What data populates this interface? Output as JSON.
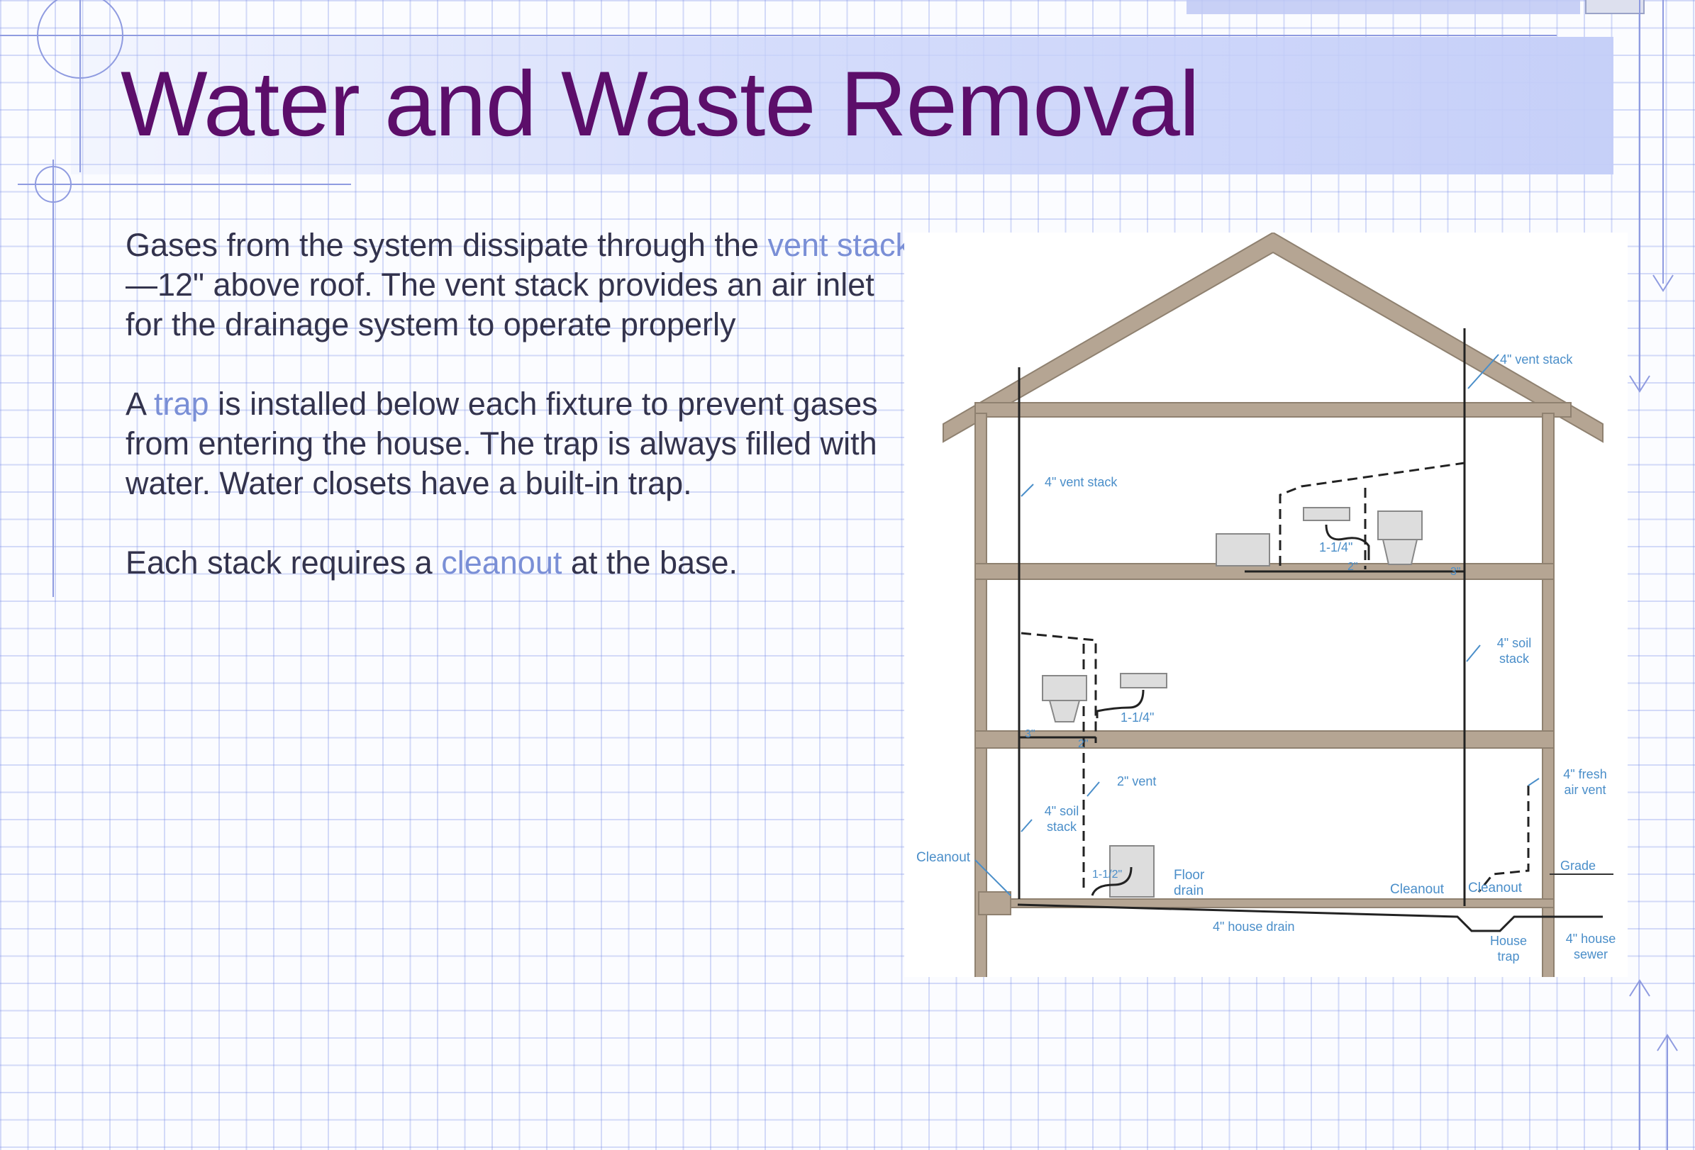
{
  "slide": {
    "title": "Water and Waste Removal",
    "paragraphs": [
      {
        "id": "vent",
        "parts": [
          {
            "text": "Gases from the system dissipate through the ",
            "highlight": false
          },
          {
            "text": "vent stack",
            "highlight": true
          },
          {
            "text": "—12\" above roof.  The vent stack provides an air inlet for the drainage system to operate properly",
            "highlight": false
          }
        ]
      },
      {
        "id": "trap",
        "parts": [
          {
            "text": "A ",
            "highlight": false
          },
          {
            "text": "trap",
            "highlight": true
          },
          {
            "text": " is installed below each fixture to prevent gases from entering the house.  The trap is always filled with water.  Water closets have a built-in trap.",
            "highlight": false
          }
        ]
      },
      {
        "id": "cleanout",
        "parts": [
          {
            "text": "Each stack requires a ",
            "highlight": false
          },
          {
            "text": "cleanout",
            "highlight": true
          },
          {
            "text": " at the base.",
            "highlight": false
          }
        ]
      }
    ]
  },
  "diagram": {
    "labels": {
      "vent_stack_roof": "4\" vent stack",
      "vent_stack_left": "4\" vent stack",
      "trap_upper": "1-1/4\"",
      "pipe_2in_upper": "2\"",
      "pipe_3in_upper": "3\"",
      "soil_stack_right_1": "4\" soil",
      "soil_stack_right_2": "stack",
      "trap_middle": "1-1/4\"",
      "pipe_3in_middle": "3\"",
      "pipe_2in_middle": "2\"",
      "vent_2in": "2\" vent",
      "soil_stack_left_1": "4\" soil",
      "soil_stack_left_2": "stack",
      "fresh_air_1": "4\" fresh",
      "fresh_air_2": "air vent",
      "grade": "Grade",
      "cleanout_left": "Cleanout",
      "trap_lower": "1-1/2\"",
      "floor_drain_1": "Floor",
      "floor_drain_2": "drain",
      "cleanout_mid": "Cleanout",
      "cleanout_right": "Cleanout",
      "house_drain": "4\" house drain",
      "house_trap_1": "House",
      "house_trap_2": "trap",
      "house_sewer_1": "4\" house",
      "house_sewer_2": "sewer"
    }
  },
  "colors": {
    "title": "#5c0e6a",
    "body_text": "#33334d",
    "highlight": "#7a8fd6",
    "wall": "#b5a593",
    "label": "#4a8ec9"
  }
}
